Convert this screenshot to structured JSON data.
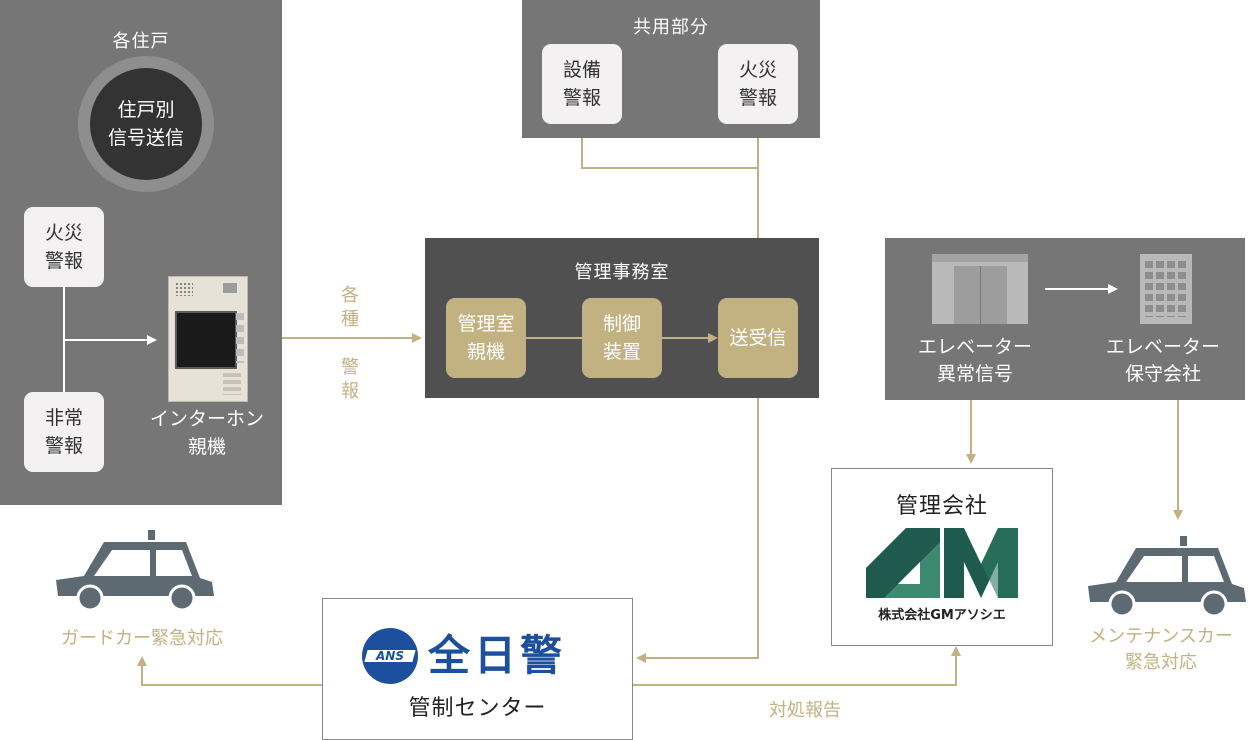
{
  "residence": {
    "title": "各住戸",
    "circle_label": "住戸別\n信号送信",
    "fire_alarm": "火災\n警報",
    "emergency_alarm": "非常\n警報",
    "intercom_label": "インターホン\n親機"
  },
  "common": {
    "title": "共用部分",
    "equipment_alarm": "設備\n警報",
    "fire_alarm": "火災\n警報"
  },
  "office": {
    "title": "管理事務室",
    "master_unit": "管理室\n親機",
    "control_device": "制御\n装置",
    "transceiver": "送受信"
  },
  "various_alarms": "各\n種\n\n警\n報",
  "elevator": {
    "abnormal_signal": "エレベーター\n異常信号",
    "maintenance_company": "エレベーター\n保守会社"
  },
  "management_company": {
    "title": "管理会社",
    "logo_text": "株式会社GMアソシエ"
  },
  "control_center": {
    "brand": "全日警",
    "brand_badge": "ANS",
    "label": "管制センター"
  },
  "guard_car_label": "ガードカー緊急対応",
  "maintenance_car_label": "メンテナンスカー\n緊急対応",
  "report_label": "対処報告",
  "colors": {
    "gold": "#c2b282",
    "dark_panel": "#505050",
    "mid_panel": "#767676",
    "brand_blue": "#1d4f9f",
    "logo_green": "#1e5a4e"
  }
}
